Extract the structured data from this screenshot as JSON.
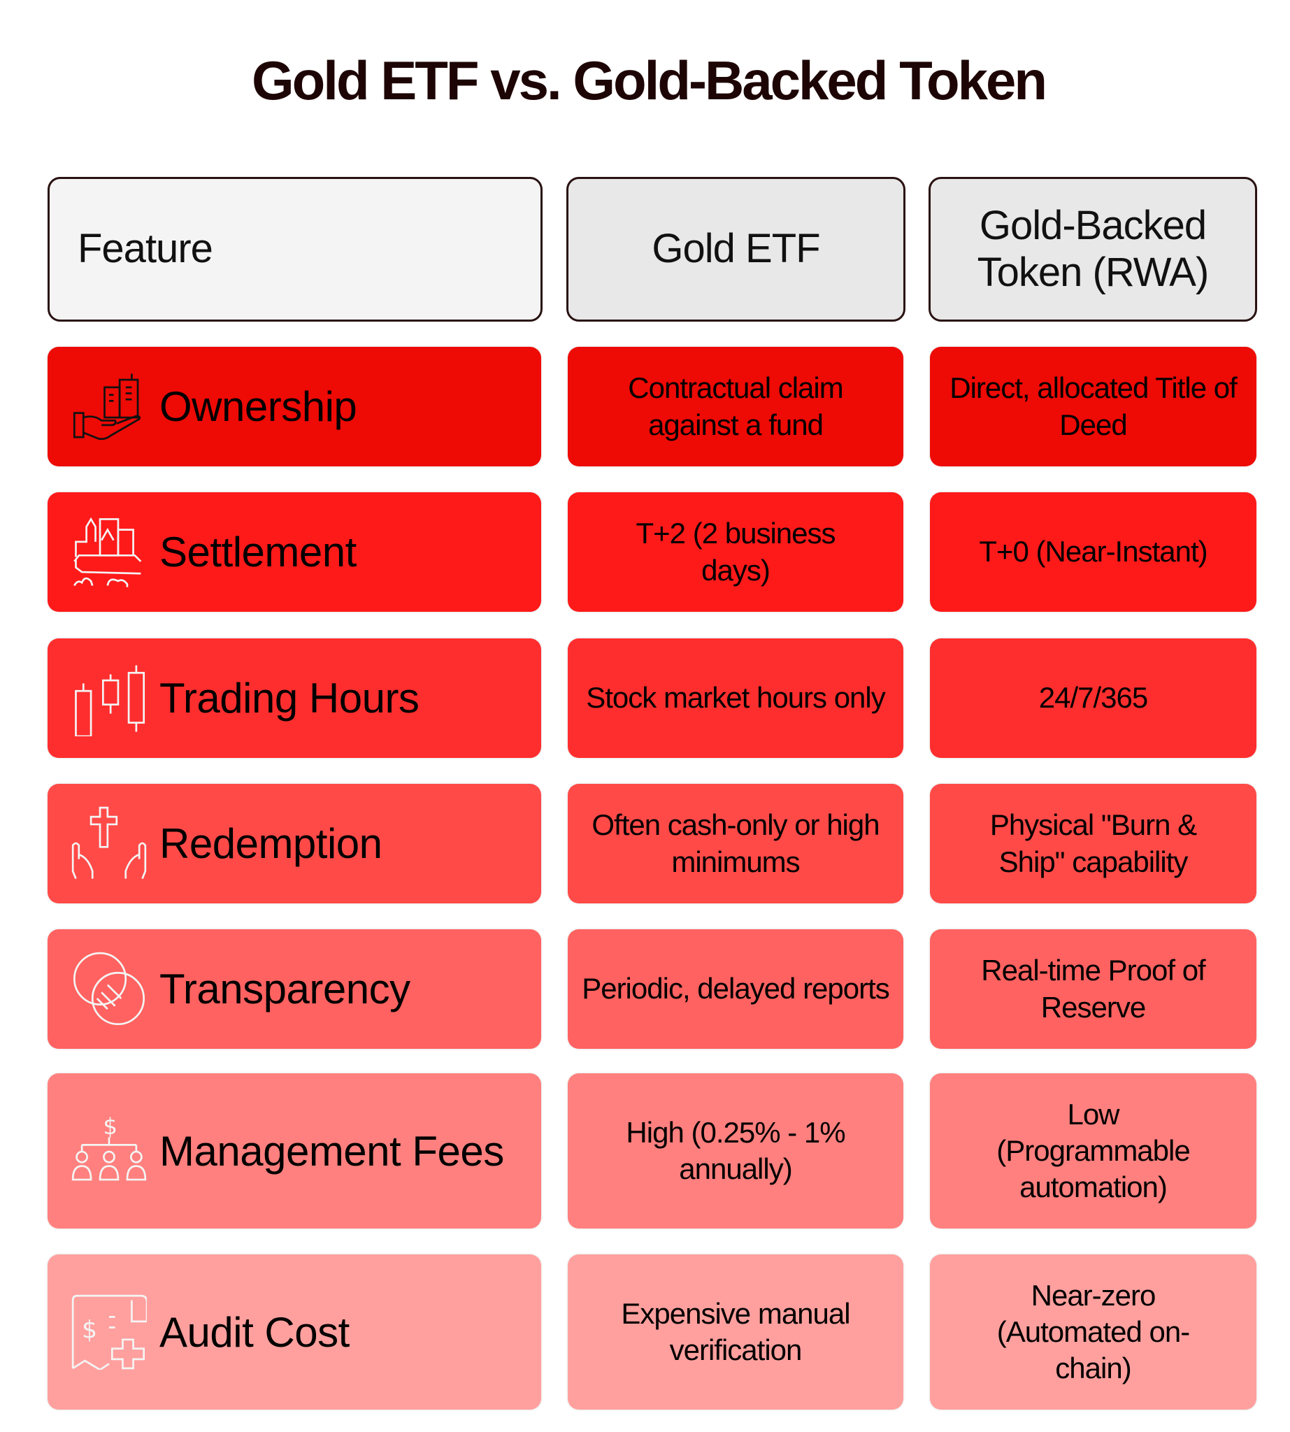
{
  "title": "Gold ETF vs. Gold-Backed Token",
  "header": {
    "feature": "Feature",
    "etf": "Gold ETF",
    "token": "Gold-Backed Token (RWA)"
  },
  "colors": {
    "row_backgrounds": [
      "#EE0A05",
      "#FF1A1A",
      "#FF2E2E",
      "#FF4A48",
      "#FF6260",
      "#FF807E",
      "#FFA09E"
    ],
    "header_feature_bg": "#F4F4F4",
    "header_column_bg": "#E8E8E8",
    "title": "#1E0505"
  },
  "rows": [
    {
      "feature": "Ownership",
      "icon": "hand-holding-buildings-icon",
      "etf": "Contractual claim against a fund",
      "token": "Direct, allocated Title of Deed"
    },
    {
      "feature": "Settlement",
      "icon": "city-settlement-icon",
      "etf": "T+2 (2 business days)",
      "token": "T+0 (Near-Instant)"
    },
    {
      "feature": "Trading Hours",
      "icon": "candlestick-chart-icon",
      "etf": "Stock market hours only",
      "token": "24/7/365"
    },
    {
      "feature": "Redemption",
      "icon": "hands-cross-icon",
      "etf": "Often cash-only or high minimums",
      "token": "Physical \"Burn & Ship\" capability"
    },
    {
      "feature": "Transparency",
      "icon": "overlapping-circles-icon",
      "etf": "Periodic, delayed reports",
      "token": "Real-time Proof of Reserve"
    },
    {
      "feature": "Management Fees",
      "icon": "dollar-people-hierarchy-icon",
      "etf": "High (0.25% - 1% annually)",
      "token": "Low (Programmable automation)"
    },
    {
      "feature": "Audit Cost",
      "icon": "receipt-plus-icon",
      "etf": "Expensive manual verification",
      "token": "Near-zero (Automated on-chain)"
    }
  ]
}
